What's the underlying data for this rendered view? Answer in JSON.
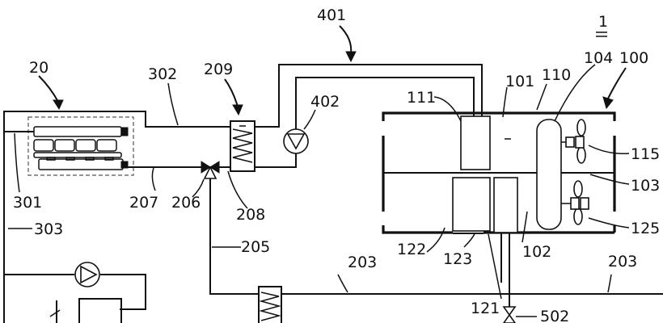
{
  "labels": {
    "l1": "1",
    "l20": "20",
    "l302": "302",
    "l209": "209",
    "l401": "401",
    "l402": "402",
    "l111": "111",
    "l101": "101",
    "l110": "110",
    "l104": "104",
    "l100": "100",
    "l115": "115",
    "l103": "103",
    "l125": "125",
    "l301": "301",
    "l207": "207",
    "l206": "206",
    "l208": "208",
    "l303": "303",
    "l205": "205",
    "l203a": "203",
    "l203b": "203",
    "l122": "122",
    "l123": "123",
    "l102": "102",
    "l121": "121",
    "l502": "502"
  }
}
